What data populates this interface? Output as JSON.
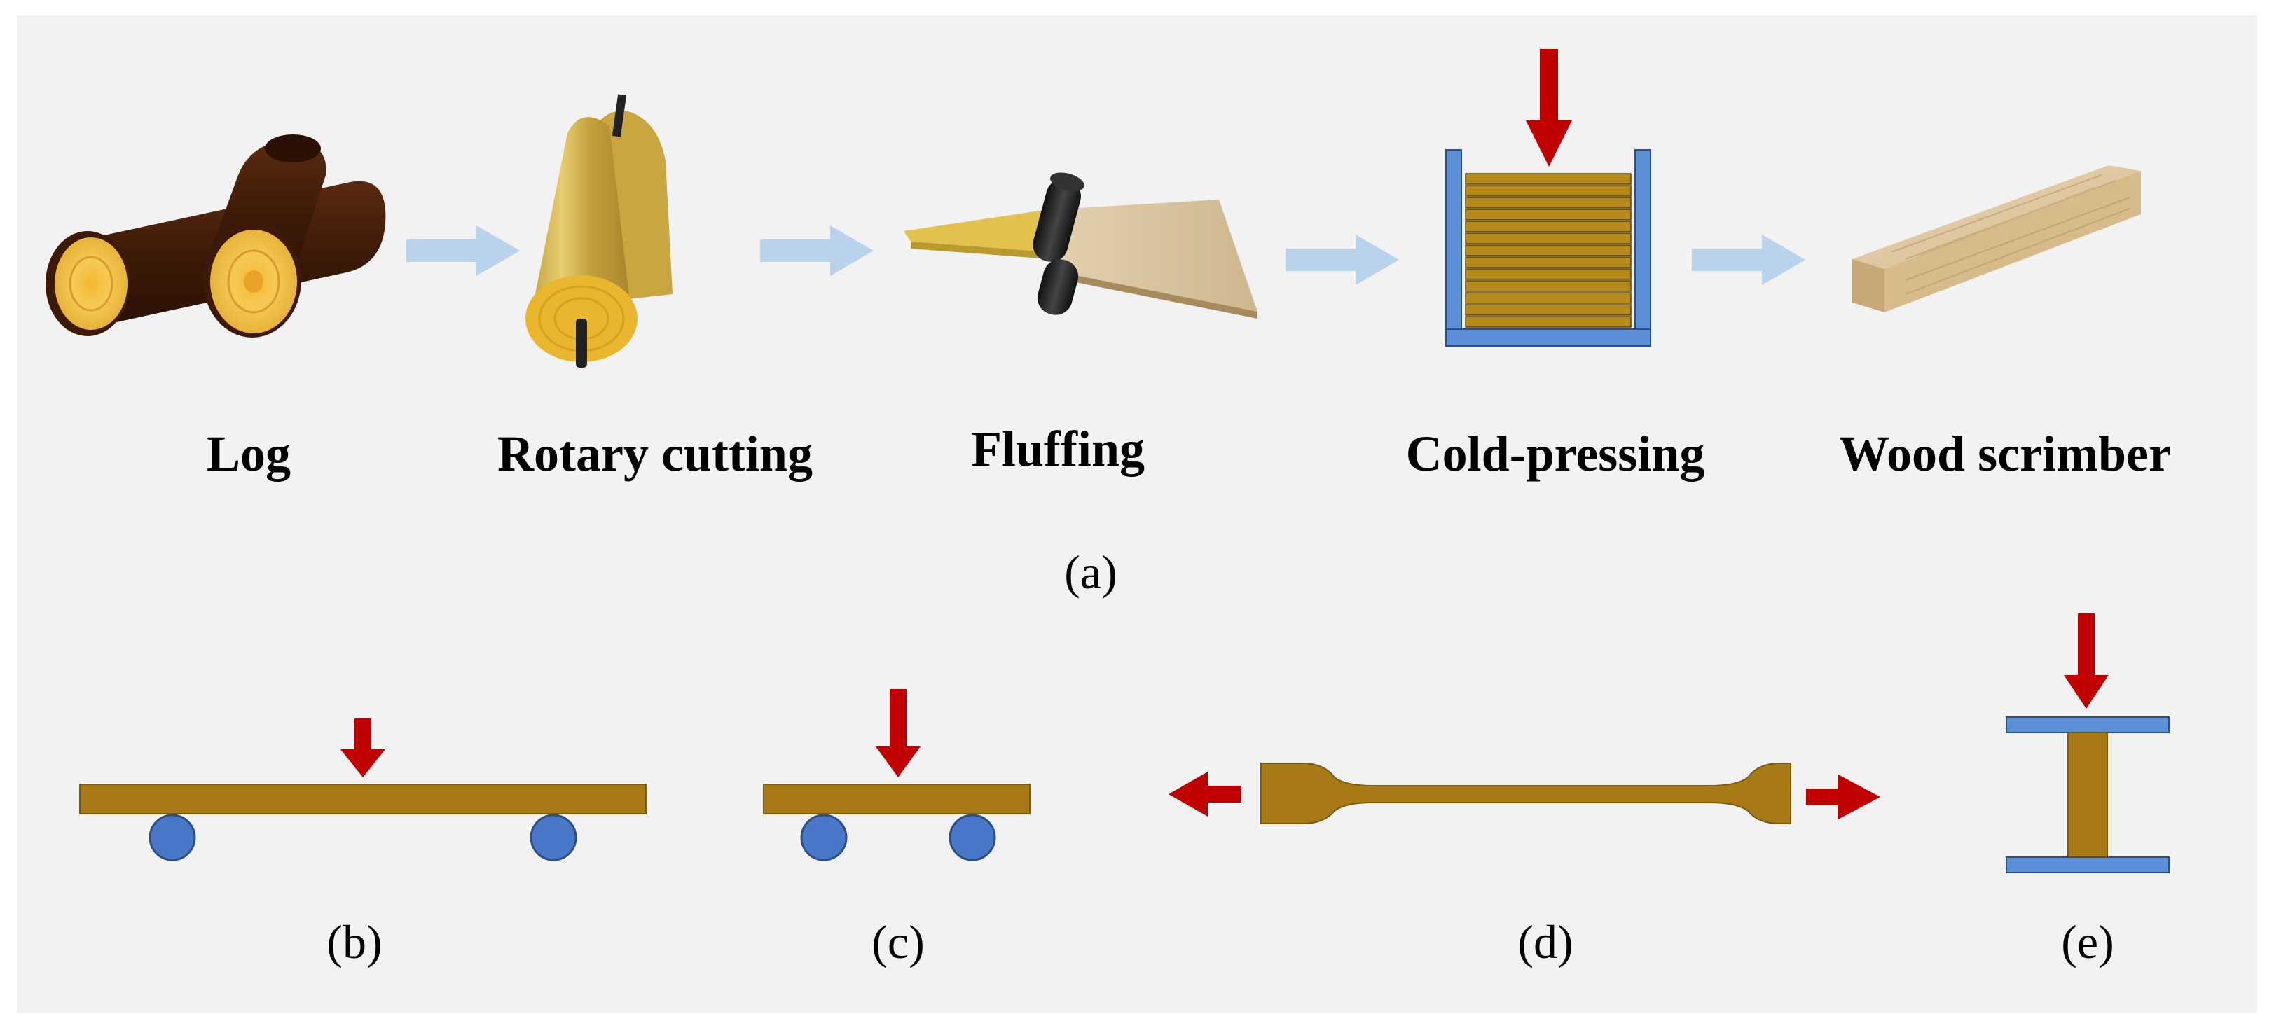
{
  "process": {
    "steps": [
      {
        "label": "Log"
      },
      {
        "label": "Rotary cutting"
      },
      {
        "label": "Fluffing"
      },
      {
        "label": "Cold-pressing"
      },
      {
        "label": "Wood scrimber"
      }
    ],
    "panel_label": "(a)"
  },
  "tests": {
    "panels": [
      {
        "label": "(b)"
      },
      {
        "label": "(c)"
      },
      {
        "label": "(d)"
      },
      {
        "label": "(e)"
      }
    ]
  },
  "colors": {
    "background": "#f2f2f2",
    "wood": "#a87a16",
    "wood_edge": "#7a5a0e",
    "support_blue": "#4a78c8",
    "plate_blue": "#5b90d8",
    "force_red": "#c00000",
    "flow_arrow": "#b9d3ec",
    "log_bark": "#3d1a08",
    "log_face": "#f0c64a",
    "veneer": "#d9b850",
    "scrimber": "#dcc39a"
  }
}
